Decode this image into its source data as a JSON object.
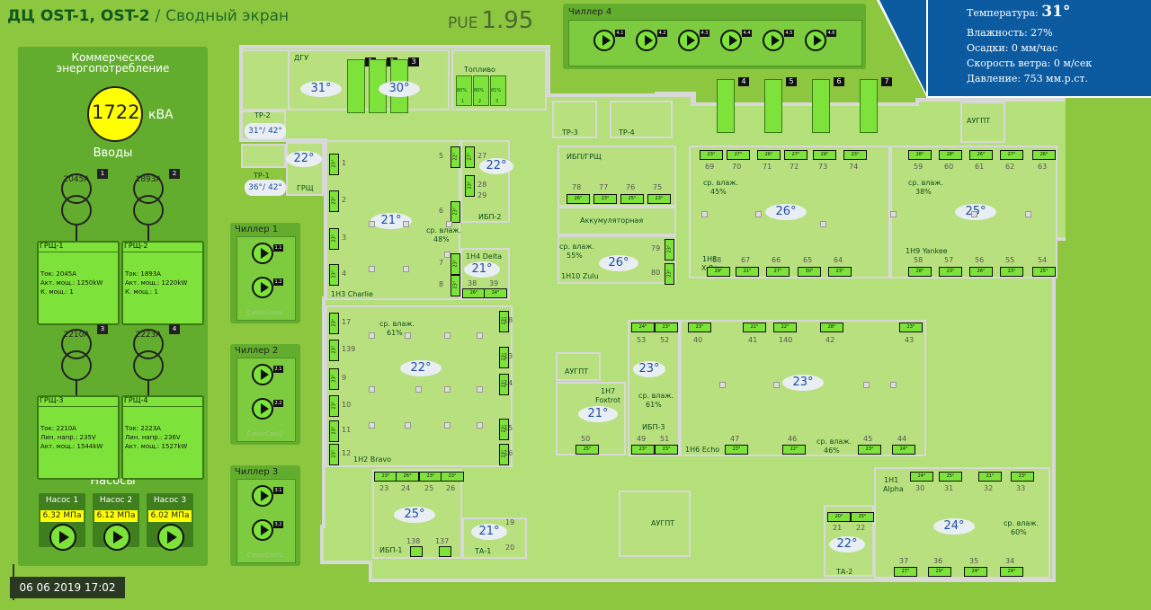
{
  "header": {
    "title": "ДЦ OST-1, OST-2",
    "separator": "/",
    "subtitle": "Сводный экран",
    "pue_label": "PUE",
    "pue_value": "1.95"
  },
  "left": {
    "title_line1": "Коммерческое",
    "title_line2": "энергопотребление",
    "kva_value": "1722",
    "kva_unit": "кВА",
    "inputs_title": "Вводы",
    "transformers": [
      {
        "value": "2045A",
        "badge": "1"
      },
      {
        "value": "1893A",
        "badge": "2"
      },
      {
        "value": "2210A",
        "badge": "3"
      },
      {
        "value": "2223A",
        "badge": "4"
      }
    ],
    "grsh": [
      {
        "name": "ГРЩ-1",
        "l1": "Ток: 2045A",
        "l2": "Акт. мощ.: 1250kW",
        "l3": "К. мощ.: 1"
      },
      {
        "name": "ГРЩ-2",
        "l1": "Ток: 1893A",
        "l2": "Акт. мощ.: 1220kW",
        "l3": "К. мощ.: 1"
      },
      {
        "name": "ГРЩ-3",
        "l1": "Ток: 2210A",
        "l2": "Лин. напр.: 235V",
        "l3": "Акт. мощ.: 1544kW"
      },
      {
        "name": "ГРЩ-4",
        "l1": "Ток: 2223A",
        "l2": "Лин. напр.: 236V",
        "l3": "Акт. мощ.: 1527kW"
      }
    ],
    "pumps_title": "Насосы",
    "pumps": [
      {
        "name": "Насос 1",
        "value": "6.32 МПа"
      },
      {
        "name": "Насос 2",
        "value": "6.12 МПа"
      },
      {
        "name": "Насос 3",
        "value": "6.02 МПа"
      }
    ],
    "datetime": "06 06 2019 17:02"
  },
  "chillers": [
    {
      "name": "Чиллер 1",
      "u1": "1.1",
      "u2": "1.2",
      "brand": "CyberCool2"
    },
    {
      "name": "Чиллер 2",
      "u1": "2.1",
      "u2": "2.2",
      "brand": "CyberCool2"
    },
    {
      "name": "Чиллер 3",
      "u1": "3.1",
      "u2": "3.2",
      "brand": "CyberCool2"
    }
  ],
  "chiller4": {
    "name": "Чиллер 4",
    "units": [
      "4.1",
      "4.2",
      "4.3",
      "4.4",
      "4.5",
      "4.6"
    ]
  },
  "weather": {
    "temp_label": "Температура:",
    "temp_value": "31°",
    "humidity": "Влажность: 27%",
    "precip": "Осадки: 0 мм/час",
    "wind": "Скорость ветра: 0 м/сек",
    "pressure": "Давление: 753 мм.р.ст."
  },
  "generators": {
    "top": [
      "1",
      "2",
      "3"
    ],
    "right": [
      "4",
      "5",
      "6",
      "7"
    ]
  },
  "floor": {
    "labels": {
      "dgu": "ДГУ",
      "fuel": "Топливо",
      "tr2": "ТР-2",
      "tr1": "ТР-1",
      "grsh": "ГРЩ",
      "tr3": "ТР-3",
      "tr4": "ТР-4",
      "ibp_grsh": "ИБП/ГРЩ",
      "battery": "Аккумуляторная",
      "augpt1": "АУГПТ",
      "augpt2": "АУГПТ",
      "augpt3": "АУГПТ",
      "ibp2": "ИБП-2",
      "ibp3": "ИБП-3",
      "ibp1": "ИБП-1",
      "ta1": "ТА-1",
      "ta2": "ТА-2",
      "h3": "1H3 Charlie",
      "h4": "1H4 Delta",
      "h10": "1H10 Zulu",
      "h8a": "1H8",
      "h8b": "X-Ray",
      "h9": "1H9 Yankee",
      "h2": "1H2 Bravo",
      "h7a": "1H7",
      "h7b": "Foxtrot",
      "h6": "1H6 Echo",
      "h1a": "1H1",
      "h1b": "Alpha",
      "hum_label": "ср. влаж."
    },
    "fuel_levels": [
      "80%",
      "80%",
      "81%"
    ],
    "fuel_nums": [
      "1",
      "2",
      "3"
    ],
    "temps": {
      "dgu_a": "31°",
      "dgu_b": "30°",
      "tr2": "31°/ 42°",
      "tr1": "36°/ 42°",
      "grsh": "22°",
      "ibp2": "22°",
      "h3": "21°",
      "h4": "21°",
      "h10": "26°",
      "h8": "26°",
      "h9": "25°",
      "h2": "22°",
      "h7": "21°",
      "ibp3": "23°",
      "h6": "23°",
      "ibp1": "25°",
      "ta1": "21°",
      "ta2": "22°",
      "h1": "24°"
    },
    "hum": {
      "h3": "48%",
      "h10": "55%",
      "h8": "45%",
      "h9": "38%",
      "h2": "61%",
      "h7": "61%",
      "h6": "46%",
      "h1": "60%"
    },
    "sensors": {
      "h8_top": [
        "23°",
        "27°",
        "26°",
        "27°",
        "29°",
        "23°"
      ],
      "h8_top_n": [
        "69",
        "70",
        "71",
        "72",
        "73",
        "74"
      ],
      "h8_bot": [
        "29°",
        "21°",
        "27°",
        "30°",
        "23°"
      ],
      "h8_bot_n": [
        "68",
        "67",
        "66",
        "65",
        "64"
      ],
      "h9_top": [
        "28°",
        "28°",
        "26°",
        "27°",
        "26°"
      ],
      "h9_top_n": [
        "59",
        "60",
        "61",
        "62",
        "63"
      ],
      "h9_bot": [
        "28°",
        "23°",
        "26°",
        "23°",
        "25°"
      ],
      "h9_bot_n": [
        "58",
        "57",
        "56",
        "55",
        "54"
      ],
      "ibp_grsh": [
        "26°",
        "23°",
        "25°",
        "23°"
      ],
      "ibp_grsh_n": [
        "78",
        "77",
        "76",
        "75"
      ],
      "h4": [
        "26°",
        "24°"
      ],
      "h4_n": [
        "38",
        "39"
      ],
      "h7_top": [
        "24°",
        "23°"
      ],
      "h7_top_n": [
        "53",
        "52"
      ],
      "h6_top": [
        "23°",
        "21°",
        "22°",
        "28°",
        "23°"
      ],
      "h6_top_n": [
        "40",
        "41",
        "140",
        "42",
        "43"
      ],
      "h7_bot": [
        "25°"
      ],
      "h7_bot_n": [
        "50"
      ],
      "ibp3_bot": [
        "23°",
        "23°"
      ],
      "ibp3_bot_n": [
        "49",
        "51"
      ],
      "h6_bot": [
        "23°",
        "22°",
        "23°",
        "24°"
      ],
      "h6_bot_n": [
        "47",
        "46",
        "45",
        "44"
      ],
      "h1_top": [
        "24°",
        "25°",
        "21°",
        "23°"
      ],
      "h1_top_n": [
        "30",
        "31",
        "32",
        "33"
      ],
      "h1_bot": [
        "27°",
        "29°",
        "24°",
        "24°"
      ],
      "h1_bot_n": [
        "37",
        "36",
        "35",
        "34"
      ],
      "ta2": [
        "20°",
        "25°"
      ],
      "ta2_n": [
        "21",
        "22"
      ],
      "ibp1_top": [
        "23°",
        "26°",
        "23°",
        "23°"
      ],
      "ibp1_top_n": [
        "23",
        "24",
        "25",
        "26"
      ],
      "ibp1_n": [
        "138",
        "137"
      ],
      "h3_left": [
        "23°",
        "23°",
        "23°",
        "23°"
      ],
      "h3_left_n": [
        "1",
        "2",
        "3",
        "4"
      ],
      "h3_right": [
        "22°",
        "23°",
        "23°",
        "23°"
      ],
      "h3_right_n": [
        "5",
        "6",
        "7",
        "8"
      ],
      "ibp2": [
        "27°",
        "23°"
      ],
      "ibp2_n": [
        "27",
        "28",
        "29"
      ],
      "h10": [
        "23°",
        "23°"
      ],
      "h10_n": [
        "79",
        "80"
      ],
      "h2_left": [
        "23°",
        "23°",
        "23°",
        "23°",
        "23°",
        "23°"
      ],
      "h2_left_n": [
        "17",
        "139",
        "9",
        "10",
        "11",
        "12"
      ],
      "h2_right": [
        "23°",
        "23°",
        "23°",
        "23°",
        "23°"
      ],
      "h2_right_n": [
        "18",
        "13",
        "14",
        "15",
        "16"
      ],
      "ta1_n": [
        "19",
        "20"
      ]
    }
  }
}
